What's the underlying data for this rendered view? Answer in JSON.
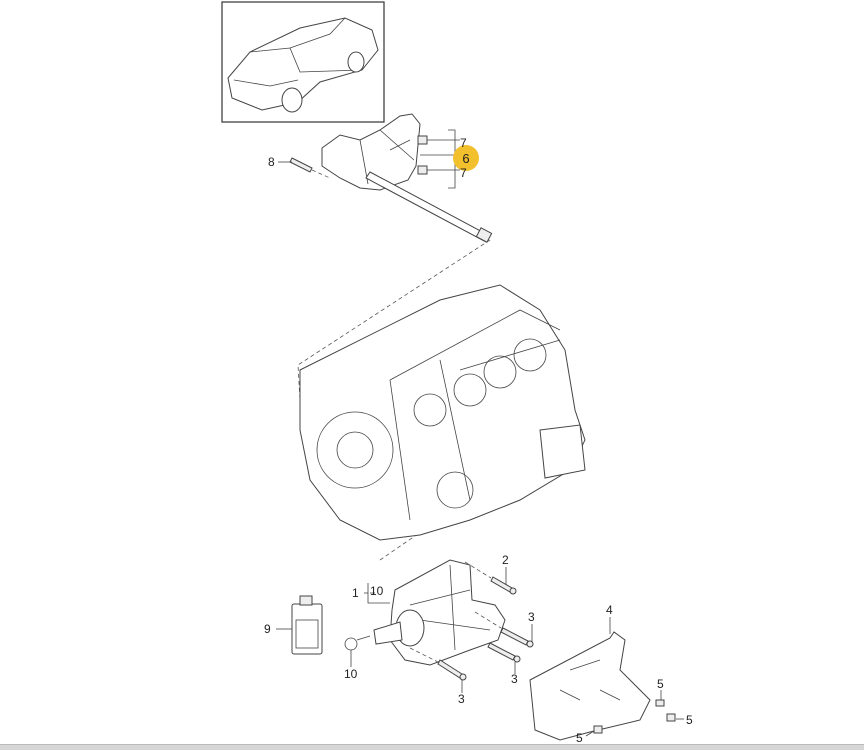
{
  "diagram": {
    "highlight_color": "#f2c02c",
    "callouts": {
      "part6": "6",
      "part7a": "7",
      "part7b": "7",
      "part8": "8",
      "part2": "2",
      "part1": "1",
      "part10a": "10",
      "part9": "9",
      "part10b": "10",
      "part3a": "3",
      "part3b": "3",
      "part3c": "3",
      "part4": "4",
      "part5a": "5",
      "part5b": "5",
      "part5c": "5"
    }
  }
}
